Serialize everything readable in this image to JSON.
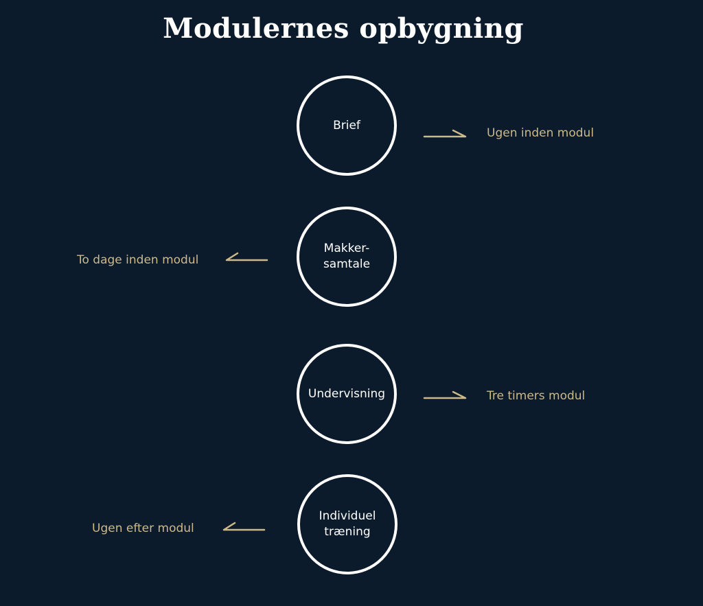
{
  "title": "Modulernes opbygning",
  "colors": {
    "background": "#0b1b2b",
    "circle": "#ffffff",
    "accent": "#cdb98a"
  },
  "steps": [
    {
      "label": "Brief",
      "note": "Ugen inden modul",
      "arrow": "right"
    },
    {
      "label": "Makker-\nsamtale",
      "note": "To dage inden modul",
      "arrow": "left"
    },
    {
      "label": "Undervisning",
      "note": "Tre timers modul",
      "arrow": "right"
    },
    {
      "label": "Individuel\ntræning",
      "note": "Ugen efter modul",
      "arrow": "left"
    }
  ]
}
